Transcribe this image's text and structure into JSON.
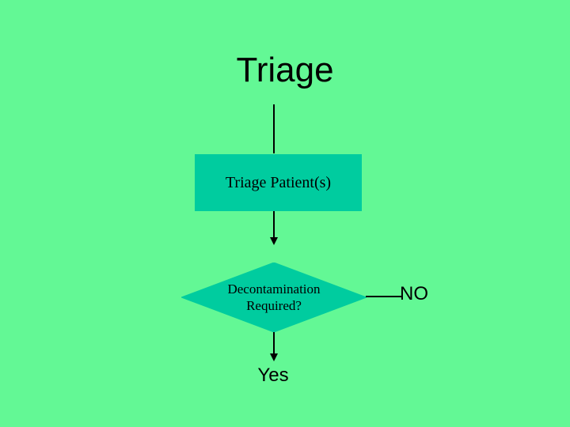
{
  "slide": {
    "background_color": "#63f895",
    "title": "Triage"
  },
  "flowchart": {
    "process": {
      "label": "Triage Patient(s)",
      "fill_color": "#00cc9f"
    },
    "decision": {
      "label_line1": "Decontamination",
      "label_line2": "Required?",
      "fill_color": "#00cc9f"
    },
    "branches": {
      "no_label": "NO",
      "yes_label": "Yes"
    }
  }
}
